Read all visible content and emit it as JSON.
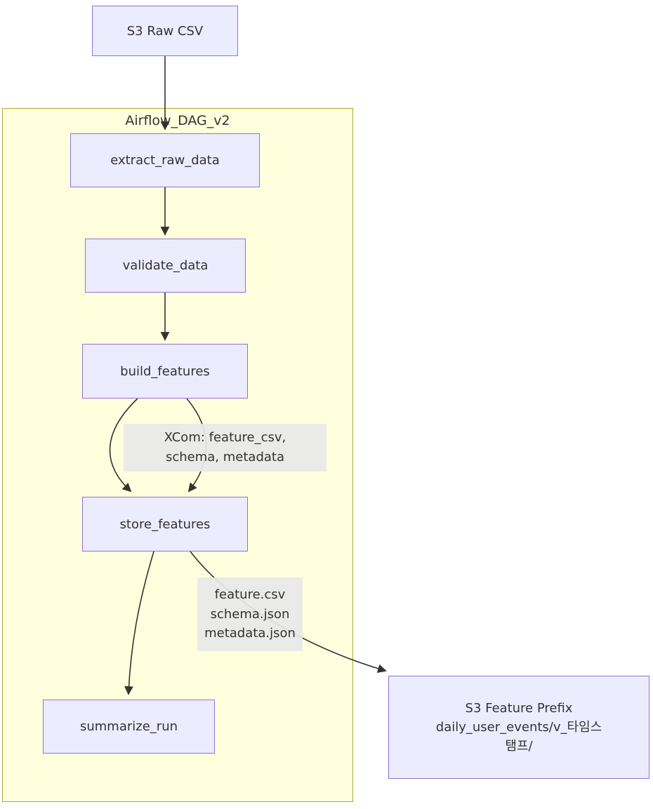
{
  "diagram": {
    "type": "flowchart",
    "direction": "top-to-bottom",
    "subgraph": {
      "title": "Airflow_DAG_v2"
    },
    "nodes": {
      "s3_raw_csv": {
        "label": "S3 Raw CSV"
      },
      "extract_raw_data": {
        "label": "extract_raw_data"
      },
      "validate_data": {
        "label": "validate_data"
      },
      "build_features": {
        "label": "build_features"
      },
      "store_features": {
        "label": "store_features"
      },
      "summarize_run": {
        "label": "summarize_run"
      },
      "s3_feature_prefix": {
        "label": "S3 Feature Prefix daily_user_events/v_타임스탬프/",
        "lines": [
          "S3 Feature Prefix",
          "daily_user_events/v_타임스",
          "탬프/"
        ]
      }
    },
    "edges": [
      {
        "from": "s3_raw_csv",
        "to": "extract_raw_data"
      },
      {
        "from": "extract_raw_data",
        "to": "validate_data"
      },
      {
        "from": "validate_data",
        "to": "build_features"
      },
      {
        "from": "build_features",
        "to": "store_features"
      },
      {
        "from": "build_features",
        "to": "store_features",
        "label": "XCom: feature_csv, schema, metadata"
      },
      {
        "from": "store_features",
        "to": "summarize_run"
      },
      {
        "from": "store_features",
        "to": "s3_feature_prefix",
        "label": "feature.csv schema.json metadata.json"
      }
    ],
    "edge_labels": {
      "xcom": {
        "line1": "XCom: feature_csv,",
        "line2": "schema, metadata"
      },
      "files": {
        "line1": "feature.csv",
        "line2": "schema.json",
        "line3": "metadata.json"
      }
    },
    "colors": {
      "node_fill": "#ececff",
      "node_border": "#9370db",
      "subgraph_fill": "#ffffde",
      "subgraph_border": "#aaaa33",
      "edge_stroke": "#333333",
      "edge_label_bg": "#e8e8e8",
      "text": "#333333",
      "background": "#ffffff"
    }
  }
}
